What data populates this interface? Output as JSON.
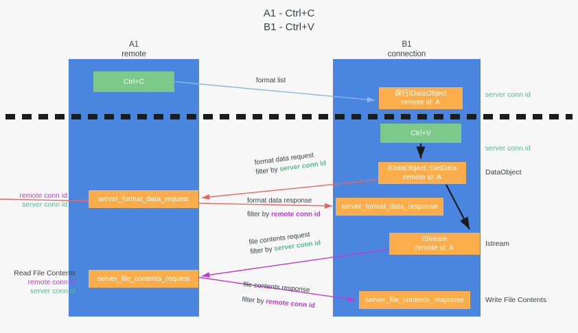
{
  "title": {
    "line1": "A1 - Ctrl+C",
    "line2": "B1 - Ctrl+V"
  },
  "columns": [
    {
      "name": "A1",
      "sub": "remote"
    },
    {
      "name": "B1",
      "sub": "connection"
    }
  ],
  "nodes": {
    "ctrl_c": {
      "line1": "Ctrl+C",
      "line2": "",
      "color": "#7dc98a"
    },
    "data_object": {
      "line1": "保行IDataObject",
      "line2": "remote id: A",
      "color": "#fbad4b"
    },
    "ctrl_v": {
      "line1": "Ctrl+V",
      "line2": "",
      "color": "#7dc98a"
    },
    "get_data": {
      "line1": "IDataObject::GetData",
      "line2": "remote id: A",
      "color": "#fbad4b"
    },
    "server_format_data_request": {
      "line1": "server_format_data_request",
      "line2": "",
      "color": "#fbad4b"
    },
    "server_format_data_response": {
      "line1": "server_format_data_response",
      "line2": "",
      "color": "#fbad4b"
    },
    "istream": {
      "line1": "IStream",
      "line2": "remote id: A",
      "color": "#fbad4b"
    },
    "server_file_contents_request": {
      "line1": "server_file_contents_request",
      "line2": "",
      "color": "#fbad4b"
    },
    "server_file_contents_response": {
      "line1": "server_file_contents_response",
      "line2": "",
      "color": "#fbad4b"
    }
  },
  "edge_labels": {
    "format_list": "format list",
    "format_data_request": {
      "line1": "format data request",
      "filter_prefix": "filter by ",
      "filter_key": "server conn id"
    },
    "format_data_response": {
      "line1": "format data response",
      "filter_prefix": "filter by ",
      "filter_key": "remote conn id"
    },
    "file_contents_request": {
      "line1": "file contents request",
      "filter_prefix": "filter by ",
      "filter_key": "server conn id"
    },
    "file_contents_response": {
      "line1": "file contents response",
      "filter_prefix": "filter by ",
      "filter_key": "remote conn id"
    }
  },
  "side_labels": {
    "server_conn_id_top": "server conn id",
    "server_conn_id_mid": "server conn id",
    "data_object": "DataObject",
    "istream": "Istream",
    "write_file_contents": "Write File Contents",
    "left_group_1": {
      "remote": "remote conn id",
      "server": "server conn id"
    },
    "left_group_2": {
      "header": "Read File Contents",
      "remote": "remote conn id",
      "server": "server conn id"
    }
  },
  "colors": {
    "lane": "#4a86df",
    "green_node": "#7dc98a",
    "orange_node": "#fbad4b",
    "green_text": "#57bb8a",
    "magenta_text": "#c239d6",
    "blue_arrow": "#8ab4e8",
    "red_arrow": "#e8685f",
    "magenta_arrow": "#c239d6",
    "black_arrow": "#1b1b1b",
    "background": "#f7f7f7"
  }
}
